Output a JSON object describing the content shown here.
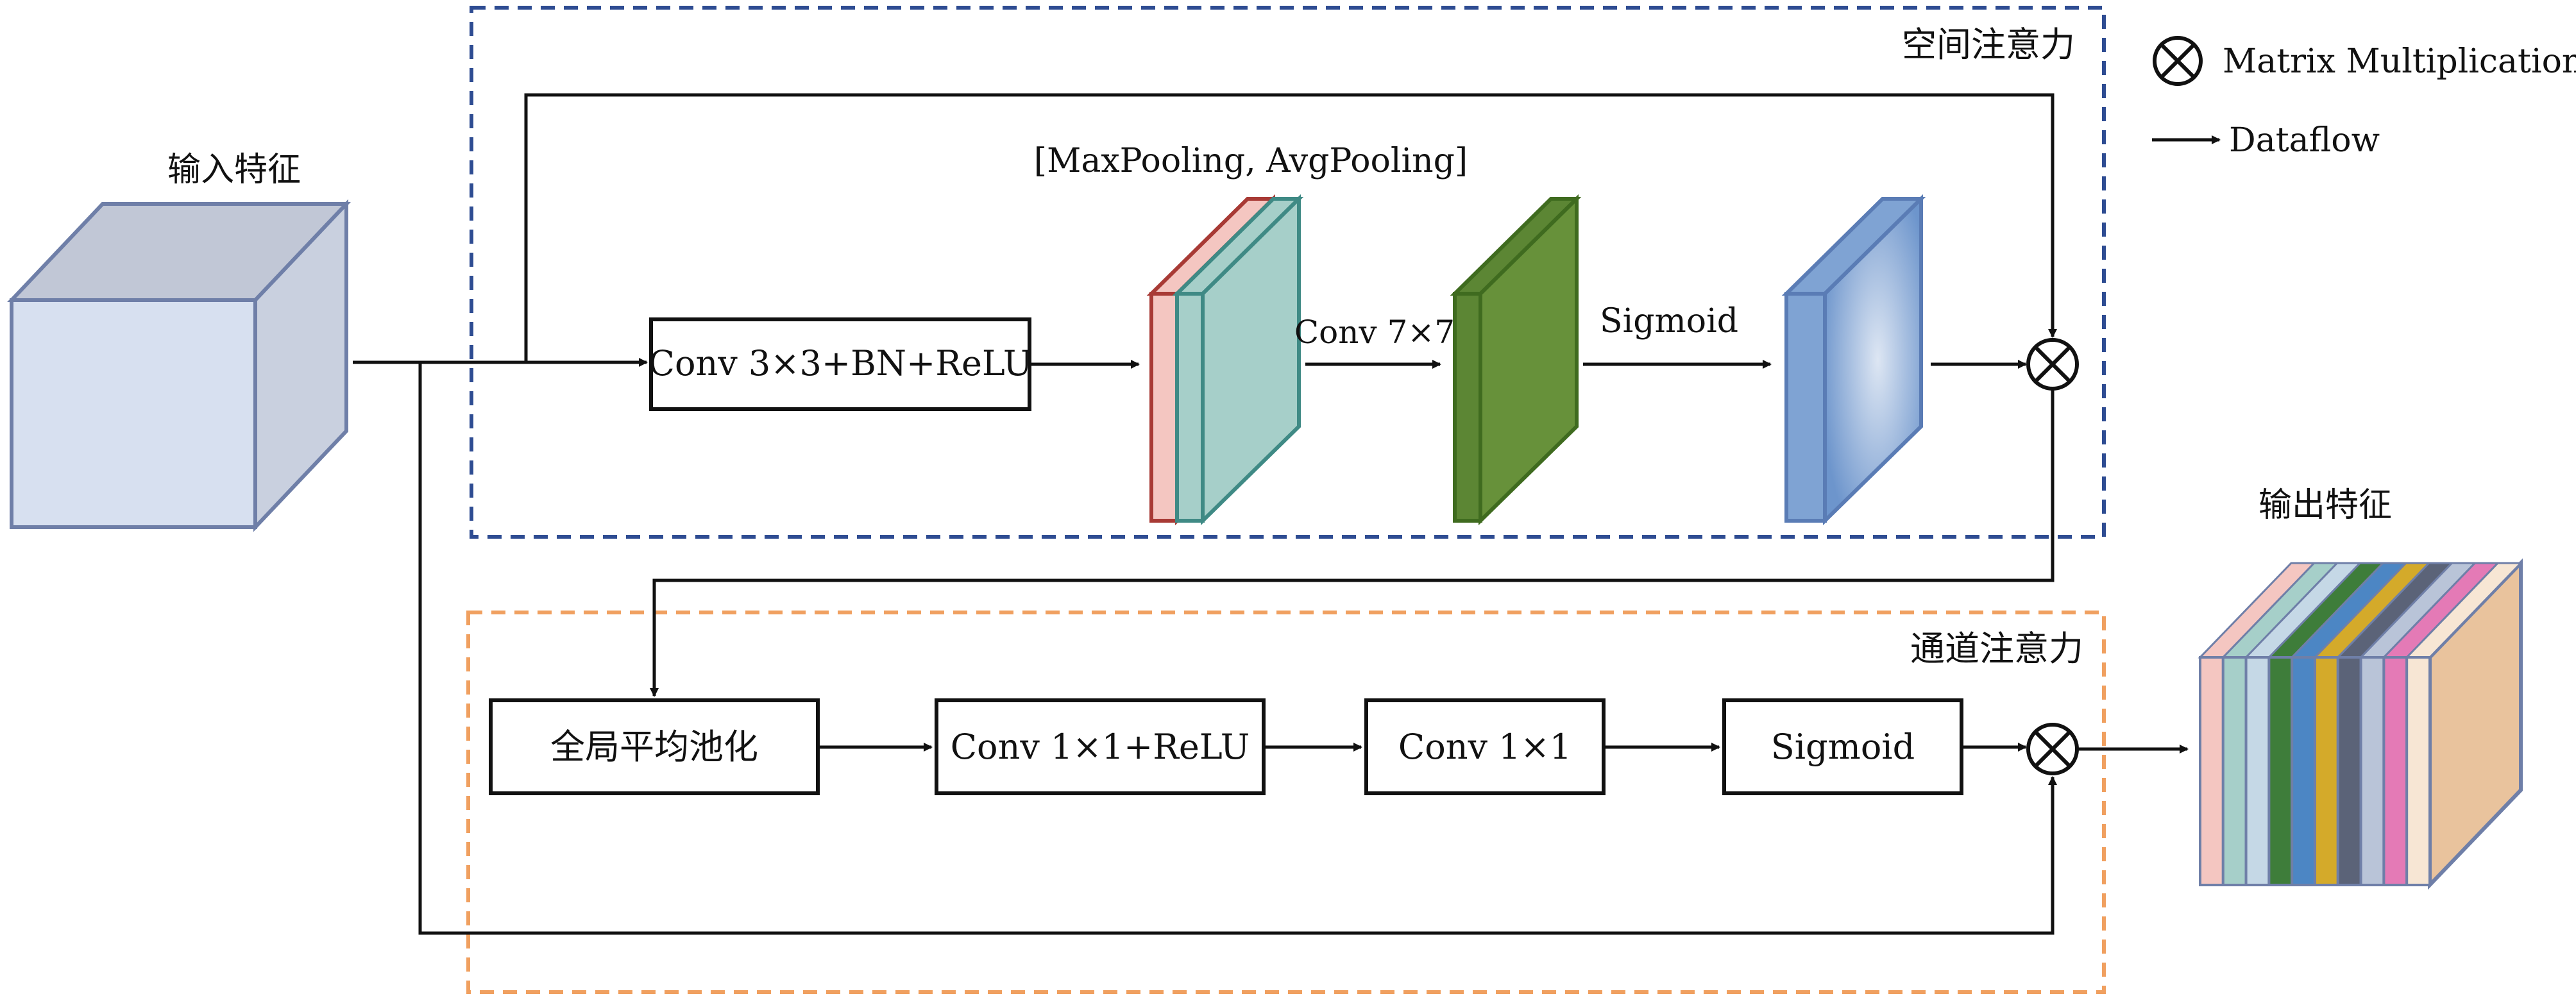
{
  "labels": {
    "input_feature": "输入特征",
    "output_feature": "输出特征",
    "spatial_attention": "空间注意力",
    "channel_attention": "通道注意力",
    "pooling": "[MaxPooling, AvgPooling]",
    "conv7": "Conv 7×7",
    "sigmoid_top": "Sigmoid"
  },
  "boxes": {
    "conv3": "Conv 3×3+BN+ReLU",
    "gap": "全局平均池化",
    "conv1_relu": "Conv 1×1+ReLU",
    "conv1": "Conv 1×1",
    "sigmoid_bottom": "Sigmoid"
  },
  "legend": {
    "matrix_mult": "Matrix Multiplication",
    "dataflow": "Dataflow"
  },
  "colors": {
    "spatial_border": "#2E4C92",
    "channel_border": "#F0A060",
    "input_cube": "#D7E0F0",
    "green_slab": "#67913A",
    "blue_slab": "#7FA3D3",
    "teal_slab": "#A6CFC9",
    "pink_slab": "#F4C6C1",
    "output_cube_side": "#E9C39D"
  },
  "output_stripes": [
    "#F4C6C1",
    "#A6CFC9",
    "#C5D8E6",
    "#3E7D3A",
    "#4C86C4",
    "#D4AA2A",
    "#5B6378",
    "#B9C4D8",
    "#E47AB6",
    "#F7E6D4"
  ]
}
